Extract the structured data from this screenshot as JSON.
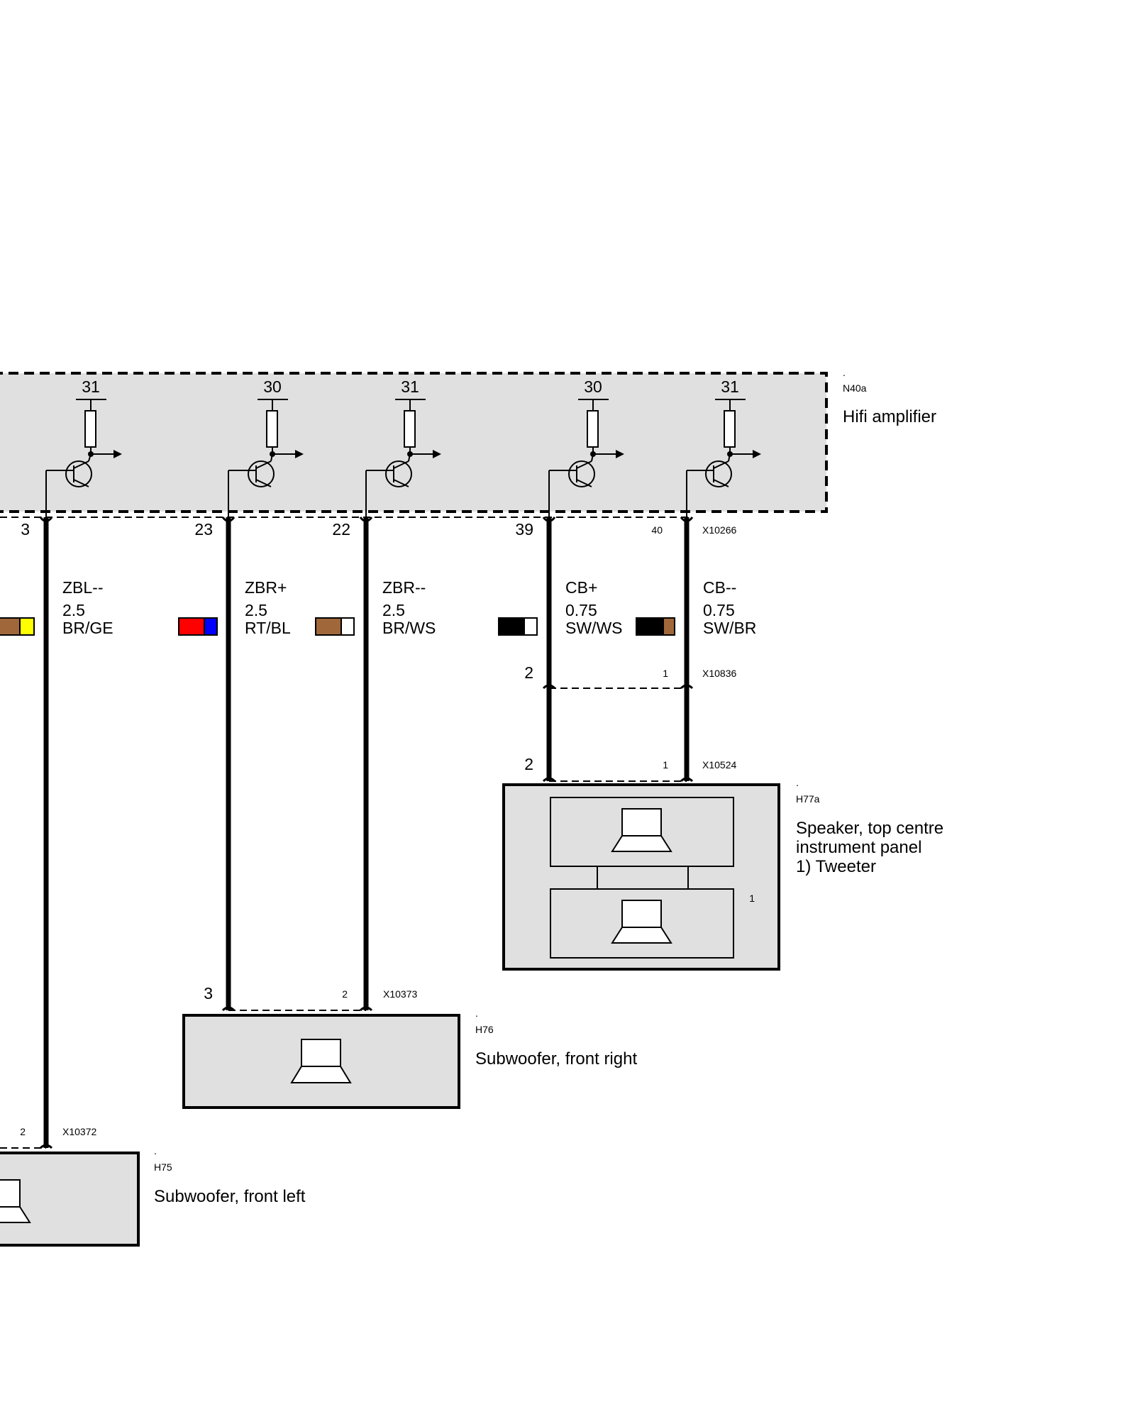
{
  "amplifier": {
    "dot": ".",
    "code": "N40a",
    "name": "Hifi amplifier",
    "outputs": [
      {
        "supply": "31",
        "pin": "3"
      },
      {
        "supply": "30",
        "pin": "23"
      },
      {
        "supply": "31",
        "pin": "22"
      },
      {
        "supply": "30",
        "pin": "39"
      },
      {
        "supply": "31",
        "pin": "40"
      }
    ],
    "connector": "X10266"
  },
  "wires": [
    {
      "signal": "ZBL--",
      "size": "2.5",
      "color_code": "BR/GE",
      "colors": [
        "#a0683a",
        "#ffff00"
      ]
    },
    {
      "signal": "ZBR+",
      "size": "2.5",
      "color_code": "RT/BL",
      "colors": [
        "#ff0000",
        "#0000ff"
      ]
    },
    {
      "signal": "ZBR--",
      "size": "2.5",
      "color_code": "BR/WS",
      "colors": [
        "#a0683a",
        "#ffffff"
      ]
    },
    {
      "signal": "CB+",
      "size": "0.75",
      "color_code": "SW/WS",
      "colors": [
        "#000000",
        "#ffffff"
      ]
    },
    {
      "signal": "CB--",
      "size": "0.75",
      "color_code": "SW/BR",
      "colors": [
        "#000000",
        "#a0683a"
      ]
    }
  ],
  "connectors": {
    "x10836": {
      "name": "X10836",
      "pin_a": "2",
      "pin_b": "1"
    },
    "x10524": {
      "name": "X10524",
      "pin_a": "2",
      "pin_b": "1"
    },
    "x10373": {
      "name": "X10373",
      "pin_a": "3",
      "pin_b": "2"
    },
    "x10372": {
      "name": "X10372",
      "pin_b": "2"
    }
  },
  "components": {
    "h77a": {
      "dot": ".",
      "code": "H77a",
      "name_line1": "Speaker, top centre",
      "name_line2": "instrument panel",
      "name_line3": "1) Tweeter",
      "note": "1",
      "icon": "speaker-icon"
    },
    "h76": {
      "dot": ".",
      "code": "H76",
      "name": "Subwoofer, front right",
      "icon": "speaker-icon"
    },
    "h75": {
      "dot": ".",
      "code": "H75",
      "name": "Subwoofer, front left",
      "icon": "speaker-icon"
    }
  }
}
